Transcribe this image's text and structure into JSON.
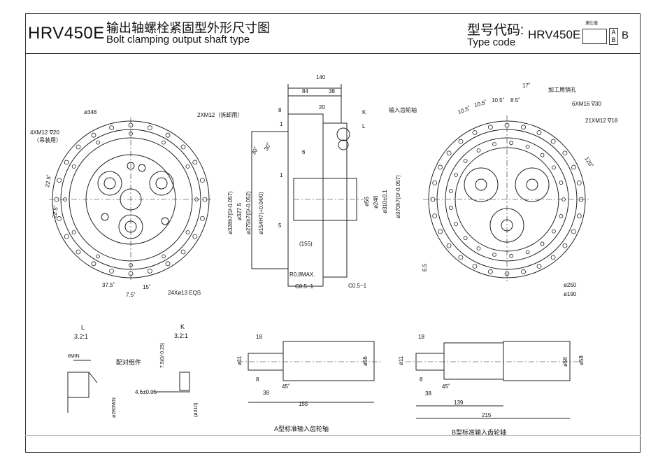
{
  "header": {
    "model": "HRV450E",
    "title_cn": "输出轴螺栓紧固型外形尺寸图",
    "title_en": "Bolt clamping output shaft type",
    "type_code_cn": "型号代码:",
    "type_code_en": "Type code",
    "type_code_model": "HRV450E",
    "ratio_label": "速比值",
    "option_a": "A",
    "option_b": "B",
    "option_suffix": "B"
  },
  "front_view": {
    "dia_outer": "ø348",
    "tap_top": "2XM12（拆卸用）",
    "lift_holes": "4XM12 ∇20",
    "lift_note": "（吊装用）",
    "angle_1": "22.5˚",
    "angle_2": "22.5˚",
    "angle_3": "37.5˚",
    "angle_4": "15˚",
    "angle_5": "7.5˚",
    "bolt_holes": "24Xø13 EQS"
  },
  "section_view": {
    "total_len": "140",
    "len_84": "84",
    "len_38": "38",
    "len_20": "20",
    "len_8": "8",
    "len_1a": "1",
    "len_6": "6",
    "len_1b": "1",
    "len_5": "5",
    "len_155": "(155)",
    "angle_30a": "30˚",
    "angle_30b": "30˚",
    "d_328": "ø328h7(0/-0.057)",
    "d_3275": "ø327.5",
    "d_275": "ø275h7(0/-0.052)",
    "d_154": "ø154H7(+0.04/0)",
    "d_56": "ø56",
    "d_248": "ø248",
    "d_310": "ø310±0.1",
    "d_370": "ø370h7(0/-0.057)",
    "r08": "R0.8MAX.",
    "c05a": "C0.5~1",
    "c05b": "C0.5~1",
    "label_k": "K",
    "label_l": "L",
    "input_shaft": "输入齿轮轴"
  },
  "rear_view": {
    "angle_17": "17˚",
    "pin_hole": "加工用销孔",
    "tap_m16": "6XM16 ∇30",
    "tap_m12": "21XM12 ∇18",
    "angle_105a": "10.5˚",
    "angle_105b": "10.5˚",
    "angle_105c": "10.5˚",
    "angle_85": "8.5˚",
    "angle_120": "120˚",
    "len_65": "6.5",
    "d_250": "ø250",
    "d_190": "ø190"
  },
  "detail_l": {
    "title": "L",
    "scale": "3.2:1",
    "dim_6": "6MIN",
    "fit_note": "配对组件",
    "d_280": "ø280MIN"
  },
  "detail_k": {
    "title": "K",
    "scale": "3.2:1",
    "dim_75": "7.5(0/-0.25)",
    "dim_46": "4.6±0.05",
    "d_310": "(ø310)"
  },
  "shaft_a": {
    "caption": "A型标准输入齿轮轴",
    "len_18": "18",
    "len_8": "8",
    "len_38": "38",
    "len_155": "155",
    "angle_45": "45˚",
    "d_11": "ø11",
    "d_56": "ø56"
  },
  "shaft_b": {
    "caption": "B型标准输入齿轮轴",
    "len_18": "18",
    "len_8": "8",
    "len_38": "38",
    "len_139": "139",
    "len_215": "215",
    "angle_45": "45˚",
    "d_11": "ø11",
    "d_56": "ø56",
    "d_58": "ø58"
  }
}
